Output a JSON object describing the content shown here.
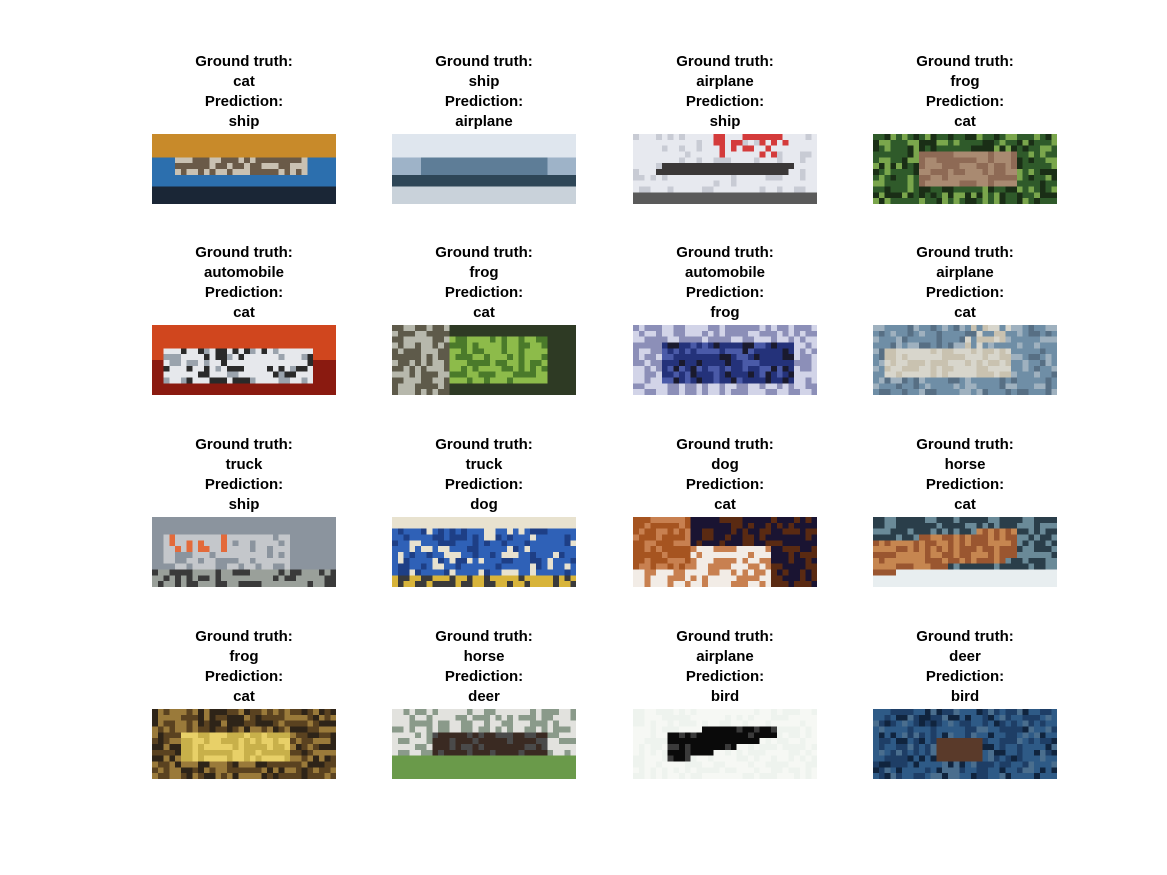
{
  "figure": {
    "gt_label": "Ground truth:",
    "pred_label": "Prediction:",
    "cells": [
      {
        "ground_truth": "cat",
        "prediction": "ship",
        "scene": "cat-on-blue",
        "palette": [
          "#c88a2a",
          "#6a5a48",
          "#c9c1b2",
          "#2c6fae",
          "#1a2636"
        ]
      },
      {
        "ground_truth": "ship",
        "prediction": "airplane",
        "scene": "ship-sea",
        "palette": [
          "#dfe6ee",
          "#9eb3c8",
          "#5e7d97",
          "#2e4657",
          "#c9d2da"
        ]
      },
      {
        "ground_truth": "airplane",
        "prediction": "ship",
        "scene": "airplane-sign",
        "palette": [
          "#e7e9ef",
          "#c8cbd4",
          "#3b3838",
          "#d43b3b",
          "#5a5a5a"
        ]
      },
      {
        "ground_truth": "frog",
        "prediction": "cat",
        "scene": "frog-grass",
        "palette": [
          "#2f5a2a",
          "#7aa64c",
          "#8e6a55",
          "#a98a71",
          "#1a2e16"
        ]
      },
      {
        "ground_truth": "automobile",
        "prediction": "cat",
        "scene": "car-red",
        "palette": [
          "#8a1a10",
          "#d0461e",
          "#e6e8ec",
          "#2a2a2a",
          "#9aa3ad"
        ]
      },
      {
        "ground_truth": "frog",
        "prediction": "cat",
        "scene": "frog-green",
        "palette": [
          "#4a7a2a",
          "#8dbb4a",
          "#5e5a4a",
          "#b7b8ac",
          "#2e3a24"
        ]
      },
      {
        "ground_truth": "automobile",
        "prediction": "frog",
        "scene": "car-blue",
        "palette": [
          "#24327a",
          "#4a5aa8",
          "#d2d4e8",
          "#1a1a2e",
          "#8c8fb8"
        ]
      },
      {
        "ground_truth": "airplane",
        "prediction": "cat",
        "scene": "jet-sky",
        "palette": [
          "#6f8ea6",
          "#9fb1bf",
          "#d8d6cc",
          "#c9c2b0",
          "#576f84"
        ]
      },
      {
        "ground_truth": "truck",
        "prediction": "ship",
        "scene": "truck-white",
        "palette": [
          "#c4c7cb",
          "#8b949e",
          "#e36a3a",
          "#3a3a3a",
          "#9aa09a"
        ]
      },
      {
        "ground_truth": "truck",
        "prediction": "dog",
        "scene": "truck-blue",
        "palette": [
          "#1e3f86",
          "#2f61b7",
          "#e8e2cf",
          "#d8b43a",
          "#3a3a3a"
        ]
      },
      {
        "ground_truth": "dog",
        "prediction": "cat",
        "scene": "dog-brown",
        "palette": [
          "#a65420",
          "#f2ece6",
          "#1a1432",
          "#5a2a12",
          "#c88050"
        ]
      },
      {
        "ground_truth": "horse",
        "prediction": "cat",
        "scene": "horse-head",
        "palette": [
          "#9a5630",
          "#2a3e4a",
          "#e8eef0",
          "#6a8a98",
          "#c68650"
        ]
      },
      {
        "ground_truth": "frog",
        "prediction": "cat",
        "scene": "frog-leaves",
        "palette": [
          "#5a4220",
          "#c8b04a",
          "#e8d068",
          "#2e2418",
          "#9a7a3a"
        ]
      },
      {
        "ground_truth": "horse",
        "prediction": "deer",
        "scene": "horse-field",
        "palette": [
          "#6a9a4a",
          "#3a2a22",
          "#e2e2de",
          "#8a9a8a",
          "#4a4a4a"
        ]
      },
      {
        "ground_truth": "airplane",
        "prediction": "bird",
        "scene": "jet-white",
        "palette": [
          "#eef3ee",
          "#f6f8f4",
          "#0a0a0a",
          "#3a3a3a",
          "#dfe6df"
        ]
      },
      {
        "ground_truth": "deer",
        "prediction": "bird",
        "scene": "deer-water",
        "palette": [
          "#1e3e66",
          "#2e5a86",
          "#4a6e8e",
          "#5a3a2a",
          "#10243e"
        ]
      }
    ]
  }
}
